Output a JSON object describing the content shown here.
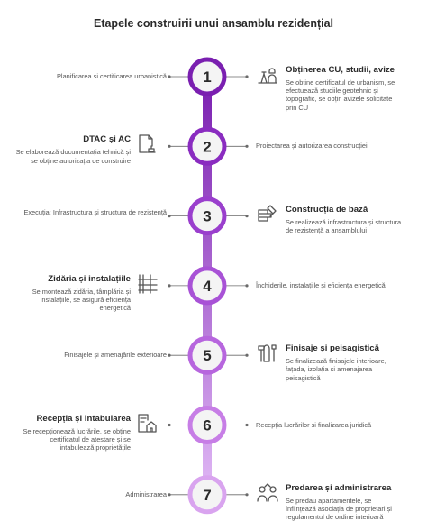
{
  "title": "Etapele construirii unui ansamblu rezidențial",
  "colors": {
    "line_top": "#7a1fb0",
    "line_bottom": "#e0b8f5",
    "circle_fill": "#f4f4f4",
    "number_text": "#2a2a2a",
    "icon_stroke": "#555555",
    "text": "#555555"
  },
  "stages": [
    {
      "number": "1",
      "phase": "Planificarea și certificarea urbanistică",
      "heading": "Obținerea CU, studii, avize",
      "description": "Se obține certificatul de urbanism, se efectuează studiile geotehnic și topografic, se obțin avizele solicitate prin CU",
      "icon": "surveyor-icon",
      "ring_color": "#7a1fb0"
    },
    {
      "number": "2",
      "phase": "Proiectarea și autorizarea construcției",
      "heading": "DTAC și AC",
      "description": "Se elaborează documentația tehnică și se obține autorizația de construire",
      "icon": "document-stamp-icon",
      "ring_color": "#8a2cc0"
    },
    {
      "number": "3",
      "phase": "Execuția: Infrastructura și structura de rezistență",
      "heading": "Construcția de bază",
      "description": "Se realizează infrastructura și structura de rezistență a ansamblului",
      "icon": "brick-trowel-icon",
      "ring_color": "#9a3fcd"
    },
    {
      "number": "4",
      "phase": "Închiderile, instalațiile și eficiența energetică",
      "heading": "Zidăria și instalațiile",
      "description": "Se montează zidăria, tâmplăria și instalațiile, se asigură eficiența energetică",
      "icon": "wall-icon",
      "ring_color": "#a852d6"
    },
    {
      "number": "5",
      "phase": "Finisajele și amenajările exterioare",
      "heading": "Finisaje și peisagistică",
      "description": "Se finalizează finisajele interioare, fațada, izolația și amenajarea peisagistică",
      "icon": "paint-tools-icon",
      "ring_color": "#b766de"
    },
    {
      "number": "6",
      "phase": "Recepția lucrărilor și finalizarea juridică",
      "heading": "Recepția și intabularea",
      "description": "Se recepționează lucrările, se obține certificatul de atestare și se intabulează proprietățile",
      "icon": "house-registry-icon",
      "ring_color": "#c77ee6"
    },
    {
      "number": "7",
      "phase": "Administrarea",
      "heading": "Predarea și administrarea",
      "description": "Se predau apartamentele, se înființează asociația de proprietari și regulamentul de ordine interioară",
      "icon": "residents-icon",
      "ring_color": "#d9a4ef"
    }
  ]
}
